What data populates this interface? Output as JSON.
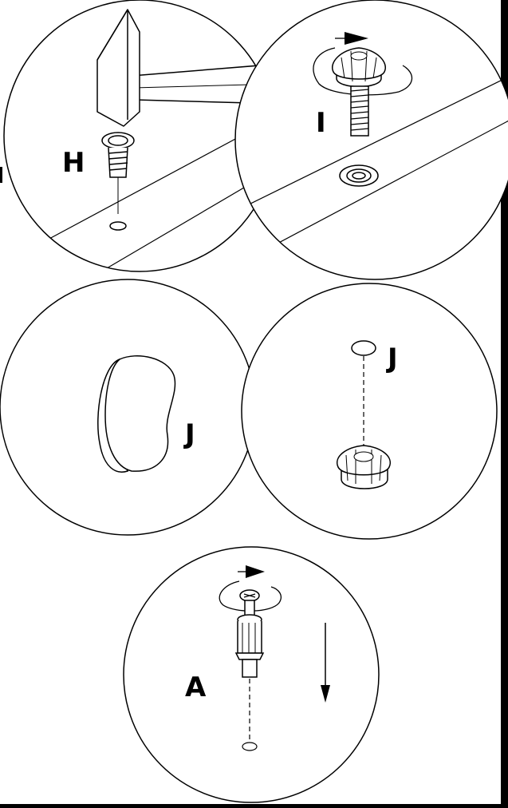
{
  "labels": {
    "h": "H",
    "i": "I",
    "j_left": "J",
    "j_right": "J",
    "a": "A"
  },
  "icons": {
    "hammer": "hammer-icon",
    "threaded_insert": "threaded-insert-icon",
    "knob_bolt": "knob-bolt-icon",
    "cap": "cap-icon",
    "knob": "knob-icon",
    "screw_connector": "screw-connector-icon",
    "rotate": "rotate-arrow-icon",
    "down": "down-arrow-icon"
  },
  "colors": {
    "line": "#000000",
    "background": "#ffffff"
  }
}
